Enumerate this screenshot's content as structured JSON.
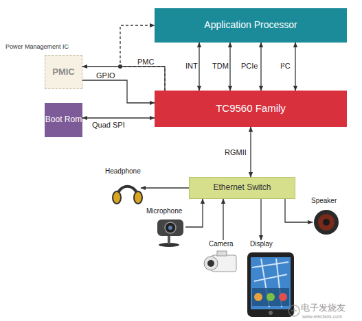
{
  "diagram": {
    "nodes": [
      {
        "text": [
          "Application Processor"
        ]
      },
      {
        "text": [
          "Power Management IC",
          "PMIC"
        ]
      },
      {
        "text": [
          "TC9560 Family"
        ]
      },
      {
        "text": [
          "Boot Rom"
        ]
      },
      {
        "text": [
          "Ethernet Switch"
        ]
      },
      {
        "text": [
          "Headphone"
        ]
      },
      {
        "text": [
          "Speaker"
        ]
      },
      {
        "text": [
          "Microphone"
        ]
      },
      {
        "text": [
          "Camera"
        ]
      },
      {
        "text": [
          "Display"
        ]
      }
    ],
    "edges": [
      {
        "from": 2,
        "to": 1,
        "label": "PMC",
        "arrow": "to"
      },
      {
        "from": 2,
        "to": 0,
        "arrow": "to"
      },
      {
        "from": 1,
        "to": 2,
        "label": "GPIO",
        "arrow": "to"
      },
      {
        "from": 3,
        "to": 2,
        "label": "Quad SPI",
        "arrow": "both"
      },
      {
        "from": 0,
        "to": 2,
        "label": "INT",
        "arrow": "both"
      },
      {
        "from": 0,
        "to": 2,
        "label": "TDM",
        "arrow": "both"
      },
      {
        "from": 0,
        "to": 2,
        "label": "PCIe",
        "arrow": "both"
      },
      {
        "from": 0,
        "to": 2,
        "label": "I²C",
        "arrow": "both"
      },
      {
        "from": 2,
        "to": 4,
        "label": "RGMII",
        "arrow": "both"
      },
      {
        "from": 4,
        "to": 5,
        "arrow": "to"
      },
      {
        "from": 7,
        "to": 4,
        "arrow": "to"
      },
      {
        "from": 8,
        "to": 4,
        "arrow": "to"
      },
      {
        "from": 4,
        "to": 9,
        "arrow": "to"
      },
      {
        "from": 4,
        "to": 6,
        "arrow": "to"
      }
    ],
    "labels": [
      "电子发烧友",
      "www.elecfans.com"
    ]
  }
}
